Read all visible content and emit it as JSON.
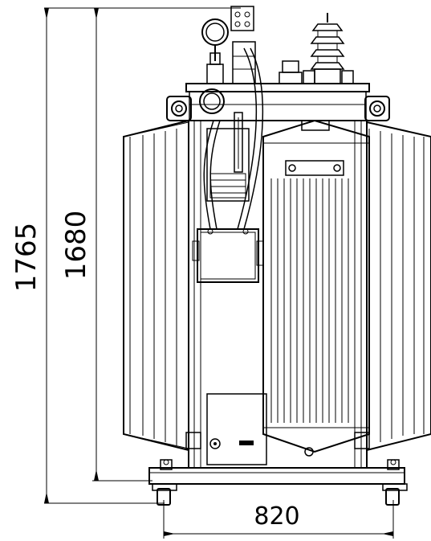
{
  "dimensions": {
    "overall_height": "1765",
    "body_height": "1680",
    "wheel_track": "820"
  }
}
